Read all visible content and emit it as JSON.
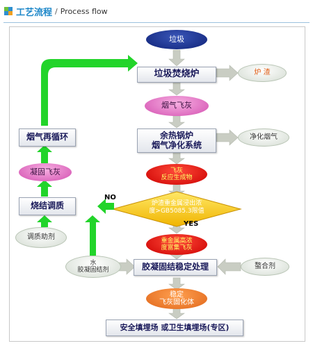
{
  "header": {
    "title_cn": "工艺流程",
    "separator": "/",
    "title_en": "Process flow"
  },
  "nodes": {
    "garbage": "垃圾",
    "incinerator": "垃圾焚烧炉",
    "slag": "炉  渣",
    "flue_ash": "烟气飞灰",
    "boiler_line1": "余热锅炉",
    "boiler_line2": "烟气净化系统",
    "clean_gas": "净化烟气",
    "fly_ash_reactant_line1": "飞灰",
    "fly_ash_reactant_line2": "反应生成物",
    "decision_line1": "炉渣重金属浸出浓",
    "decision_line2": "度>GB5085.3限值",
    "yes": "YES",
    "no": "NO",
    "high_metal_line1": "重金属高浓",
    "high_metal_line2": "度富集飞灰",
    "stabilization": "胶凝固结稳定处理",
    "chelating": "螯合剂",
    "stable_ash_line1": "稳定",
    "stable_ash_line2": "飞灰固化体",
    "landfill": "安全填埋场 或卫生填埋场(专区)",
    "gas_recirc": "烟气再循环",
    "solid_ash": "凝固飞灰",
    "sinter": "烧结调质",
    "conditioner": "调质助剂",
    "water_line1": "水",
    "water_line2": "胶凝固结剂"
  },
  "colors": {
    "gray_arrow": "#c9cdc3",
    "green_arrow": "#22d42a",
    "diamond": "#ffcc00",
    "title_blue": "#1f88c9"
  }
}
